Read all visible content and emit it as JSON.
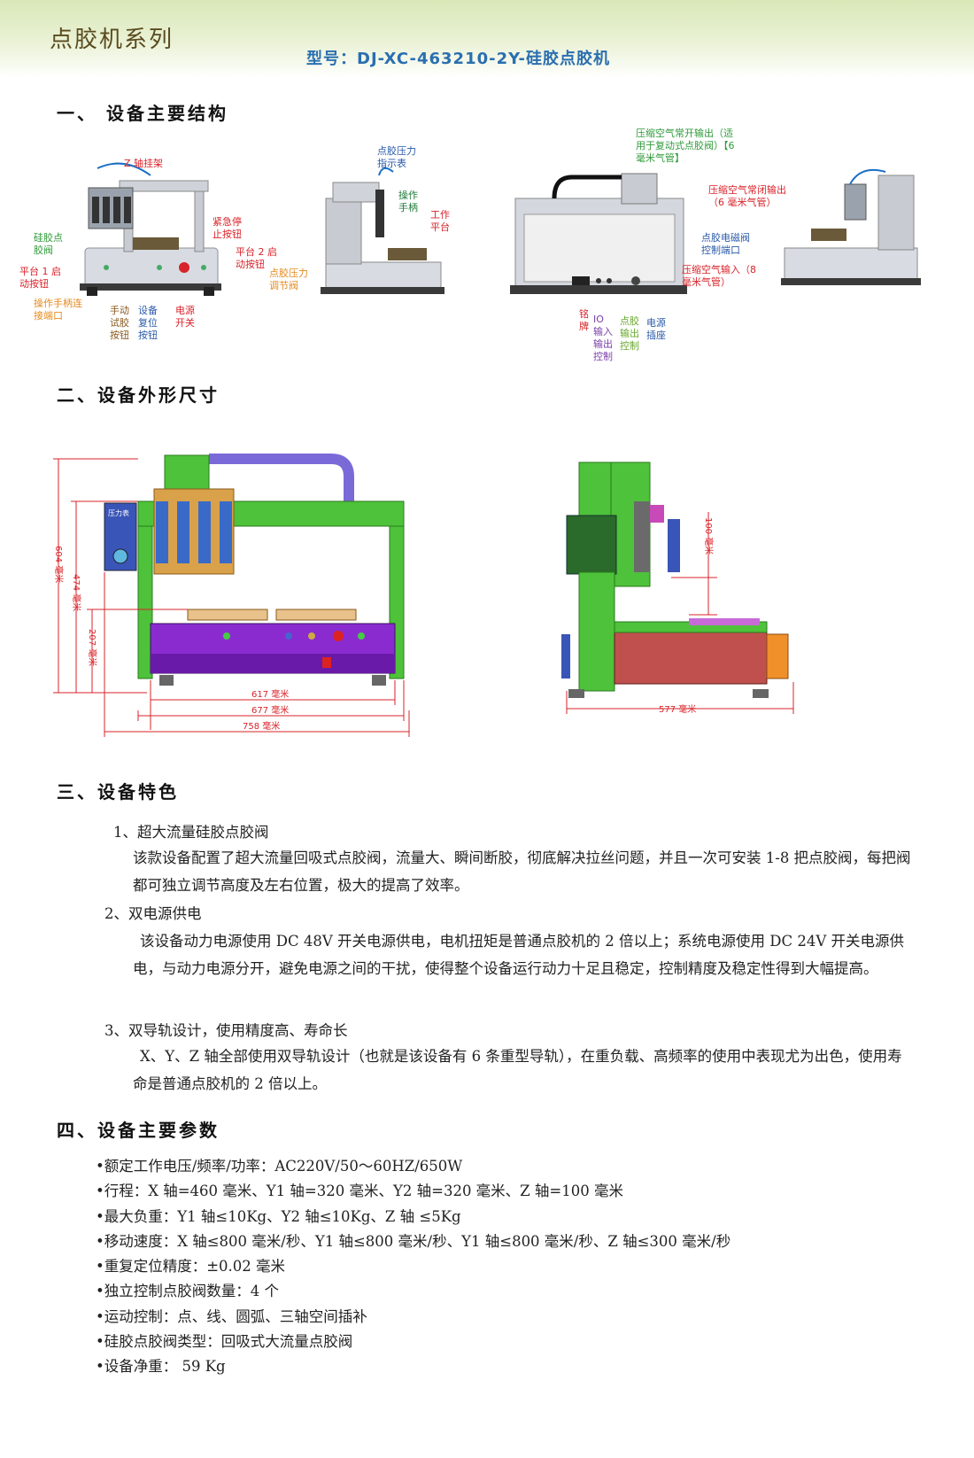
{
  "header": {
    "brand": "点胶机系列",
    "model": "型号：DJ-XC-463210-2Y-硅胶点胶机"
  },
  "sections": {
    "structure": "一、 设备主要结构",
    "dimensions": "二、设备外形尺寸",
    "features": "三、设备特色",
    "params": "四、设备主要参数"
  },
  "structure_labels": {
    "z_mount": "Z 轴挂架",
    "glue_valve": "硅胶点胶阀",
    "estop": "紧急停止按钮",
    "p2_start": "平台 2 启动按钮",
    "p1_start": "平台 1 启动按钮",
    "handle_port": "操作手柄连接端口",
    "manual_test": "手动试胶按钮",
    "reset": "设备复位按钮",
    "power": "电源开关",
    "pressure_gauge": "点胶压力指示表",
    "handle": "操作手柄",
    "platform": "工作平台",
    "pressure_valve": "点胶压力调节阀",
    "air_no": "压缩空气常开输出（适用于复动式点胶阀）【6毫米气管】",
    "air_nc": "压缩空气常闭输出（6 毫米气管）",
    "solenoid": "点胶电磁阀控制端口",
    "air_in": "压缩空气输入（8 毫米气管）",
    "nameplate": "铭牌",
    "io": "IO 输入输出控制",
    "glue_out": "点胶输出控制",
    "socket": "电源插座"
  },
  "dims": {
    "h604": "604 毫米",
    "h474": "474 毫米",
    "h207": "207 毫米",
    "w617": "617 毫米",
    "w677": "677 毫米",
    "w758": "758 毫米",
    "z100": "100 毫米",
    "d577": "577 毫米",
    "gauge": "压力表"
  },
  "features": [
    {
      "title": "1、超大流量硅胶点胶阀",
      "body": "该款设备配置了超大流量回吸式点胶阀，流量大、瞬间断胶，彻底解决拉丝问题，并且一次可安装 1-8 把点胶阀，每把阀都可独立调节高度及左右位置，极大的提高了效率。"
    },
    {
      "title": "2、双电源供电",
      "body": "该设备动力电源使用 DC 48V 开关电源供电，电机扭矩是普通点胶机的 2 倍以上；系统电源使用 DC 24V 开关电源供电，与动力电源分开，避免电源之间的干扰，使得整个设备运行动力十足且稳定，控制精度及稳定性得到大幅提高。"
    },
    {
      "title": "3、双导轨设计，使用精度高、寿命长",
      "body": "X、Y、Z 轴全部使用双导轨设计（也就是该设备有 6 条重型导轨），在重负载、高频率的使用中表现尤为出色，使用寿命是普通点胶机的 2 倍以上。"
    }
  ],
  "params": [
    "•额定工作电压/频率/功率：AC220V/50～60HZ/650W",
    "•行程：X 轴=460 毫米、Y1 轴=320 毫米、Y2 轴=320 毫米、Z 轴=100 毫米",
    "•最大负重：Y1 轴≤10Kg、Y2 轴≤10Kg、Z 轴 ≤5Kg",
    "•移动速度：X 轴≤800 毫米/秒、Y1 轴≤800 毫米/秒、Y1 轴≤800 毫米/秒、Z 轴≤300 毫米/秒",
    "•重复定位精度：±0.02 毫米",
    "•独立控制点胶阀数量：4 个",
    "•运动控制：点、线、圆弧、三轴空间插补",
    "•硅胶点胶阀类型：回吸式大流量点胶阀",
    "•设备净重： 59 Kg"
  ],
  "colors": {
    "model_text": "#2a6fb0",
    "label_red": "#d9232a",
    "frame_green": "#4ec23a",
    "base_purple": "#8a2bd0"
  }
}
